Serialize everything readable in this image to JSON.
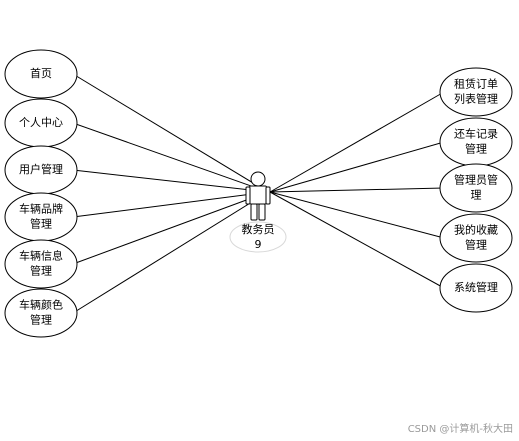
{
  "actor": {
    "name": "教务员",
    "sub": "9"
  },
  "use_cases_left": [
    {
      "id": "home",
      "lines": [
        "首页"
      ]
    },
    {
      "id": "personal-center",
      "lines": [
        "个人中心"
      ]
    },
    {
      "id": "user-management",
      "lines": [
        "用户管理"
      ]
    },
    {
      "id": "vehicle-brand-management",
      "lines": [
        "车辆品牌",
        "管理"
      ]
    },
    {
      "id": "vehicle-info-management",
      "lines": [
        "车辆信息",
        "管理"
      ]
    },
    {
      "id": "vehicle-color-management",
      "lines": [
        "车辆颜色",
        "管理"
      ]
    }
  ],
  "use_cases_right": [
    {
      "id": "rental-order-list-management",
      "lines": [
        "租赁订单",
        "列表管理"
      ]
    },
    {
      "id": "return-record-management",
      "lines": [
        "还车记录",
        "管理"
      ]
    },
    {
      "id": "admin-management",
      "lines": [
        "管理员管",
        "理"
      ]
    },
    {
      "id": "my-favorites-management",
      "lines": [
        "我的收藏",
        "管理"
      ]
    },
    {
      "id": "system-management",
      "lines": [
        "系统管理"
      ]
    }
  ],
  "watermark": "CSDN @计算机-秋大田"
}
